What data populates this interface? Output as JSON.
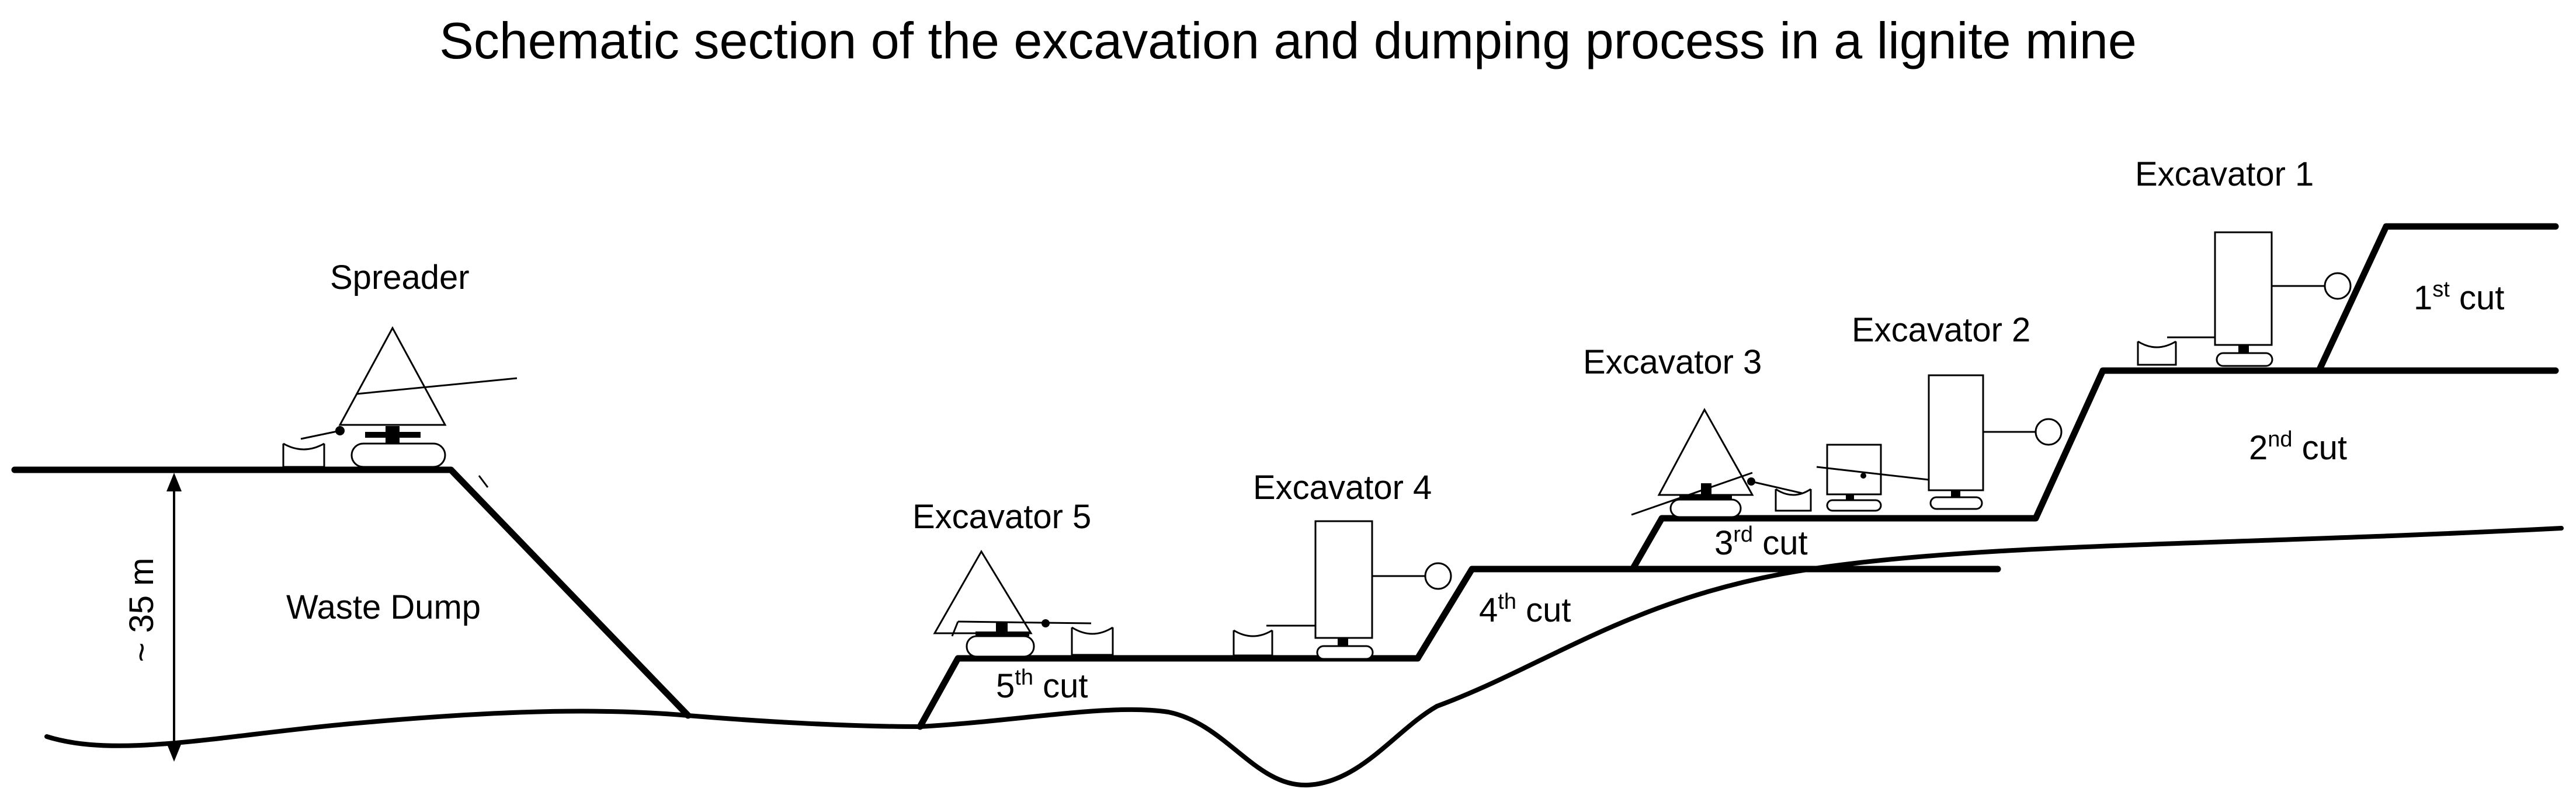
{
  "title": "Schematic section of the excavation and dumping process in a lignite mine",
  "labels": {
    "spreader": "Spreader",
    "waste_dump": "Waste Dump",
    "depth": "~ 35 m",
    "excavator_1": "Excavator 1",
    "excavator_2": "Excavator 2",
    "excavator_3": "Excavator 3",
    "excavator_4": "Excavator 4",
    "excavator_5": "Excavator 5"
  },
  "cuts": [
    {
      "number": "1",
      "suffix": "st",
      "word": "cut"
    },
    {
      "number": "2",
      "suffix": "nd",
      "word": "cut"
    },
    {
      "number": "3",
      "suffix": "rd",
      "word": "cut"
    },
    {
      "number": "4",
      "suffix": "th",
      "word": "cut"
    },
    {
      "number": "5",
      "suffix": "th",
      "word": "cut"
    }
  ]
}
